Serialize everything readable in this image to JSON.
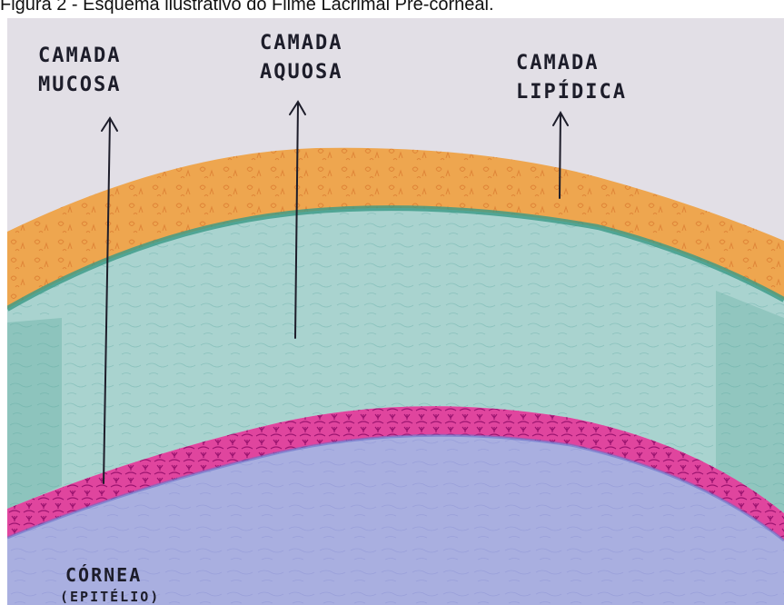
{
  "caption": "Figura 2 - Esquema ilustrativo do Filme Lacrimal Pré-corneal.",
  "labels": {
    "mucosa": [
      "CAMADA",
      "MUCOSA"
    ],
    "aquosa": [
      "CAMADA",
      "AQUOSA"
    ],
    "lipidica": [
      "CAMADA",
      "LIPÍDICA"
    ],
    "cornea": [
      "CÓRNEA",
      "(EPITÉLIO)"
    ]
  },
  "colors": {
    "paper": "#e2dfe6",
    "lipid_layer": "#eea64f",
    "aqueous_layer": "#a9d3cf",
    "aqueous_edge": "#3a9a86",
    "mucous_layer": "#e0459e",
    "cornea": "#a9afe0",
    "ink": "#1d1d2a"
  }
}
